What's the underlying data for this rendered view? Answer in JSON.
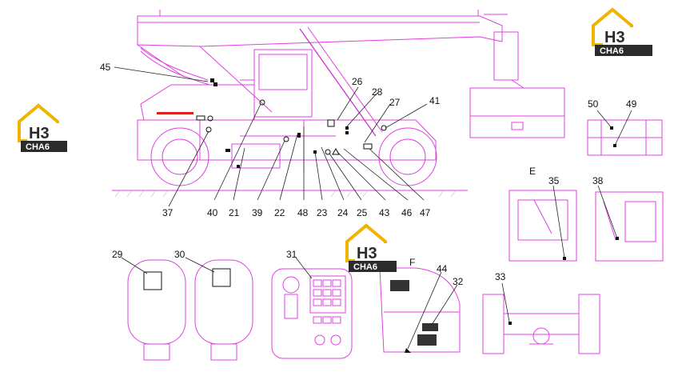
{
  "logos": [
    {
      "big": "H3",
      "small": "CHA6"
    },
    {
      "big": "H3",
      "small": "CHA6"
    },
    {
      "big": "H3",
      "small": "CHA6"
    }
  ],
  "views": {
    "e": "E",
    "f": "F"
  },
  "callouts": [
    "45",
    "26",
    "28",
    "27",
    "41",
    "37",
    "40",
    "21",
    "39",
    "22",
    "48",
    "23",
    "24",
    "25",
    "43",
    "46",
    "47",
    "50",
    "49",
    "35",
    "38",
    "29",
    "30",
    "31",
    "44",
    "32",
    "33"
  ],
  "colors": {
    "line": "#e040e0",
    "logo_gold": "#f0b400",
    "logo_dark": "#2b2b2b",
    "red_stripe": "#e02020"
  }
}
